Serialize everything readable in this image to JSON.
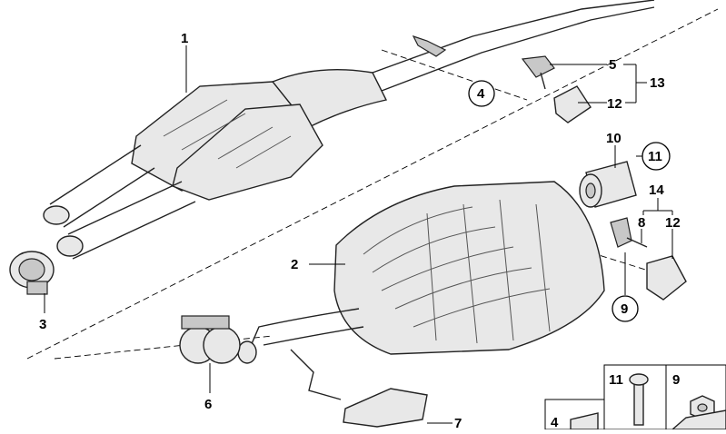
{
  "diagram": {
    "callouts": [
      {
        "id": "1",
        "label": "1"
      },
      {
        "id": "2",
        "label": "2"
      },
      {
        "id": "3",
        "label": "3"
      },
      {
        "id": "4",
        "label": "4"
      },
      {
        "id": "5",
        "label": "5"
      },
      {
        "id": "6",
        "label": "6"
      },
      {
        "id": "7",
        "label": "7"
      },
      {
        "id": "8",
        "label": "8"
      },
      {
        "id": "9",
        "label": "9"
      },
      {
        "id": "10",
        "label": "10"
      },
      {
        "id": "11",
        "label": "11"
      },
      {
        "id": "12a",
        "label": "12"
      },
      {
        "id": "12b",
        "label": "12"
      },
      {
        "id": "13",
        "label": "13"
      },
      {
        "id": "14",
        "label": "14"
      }
    ],
    "legend": [
      {
        "id": "11",
        "label": "11"
      },
      {
        "id": "9",
        "label": "9"
      },
      {
        "id": "4",
        "label": "4"
      }
    ]
  }
}
